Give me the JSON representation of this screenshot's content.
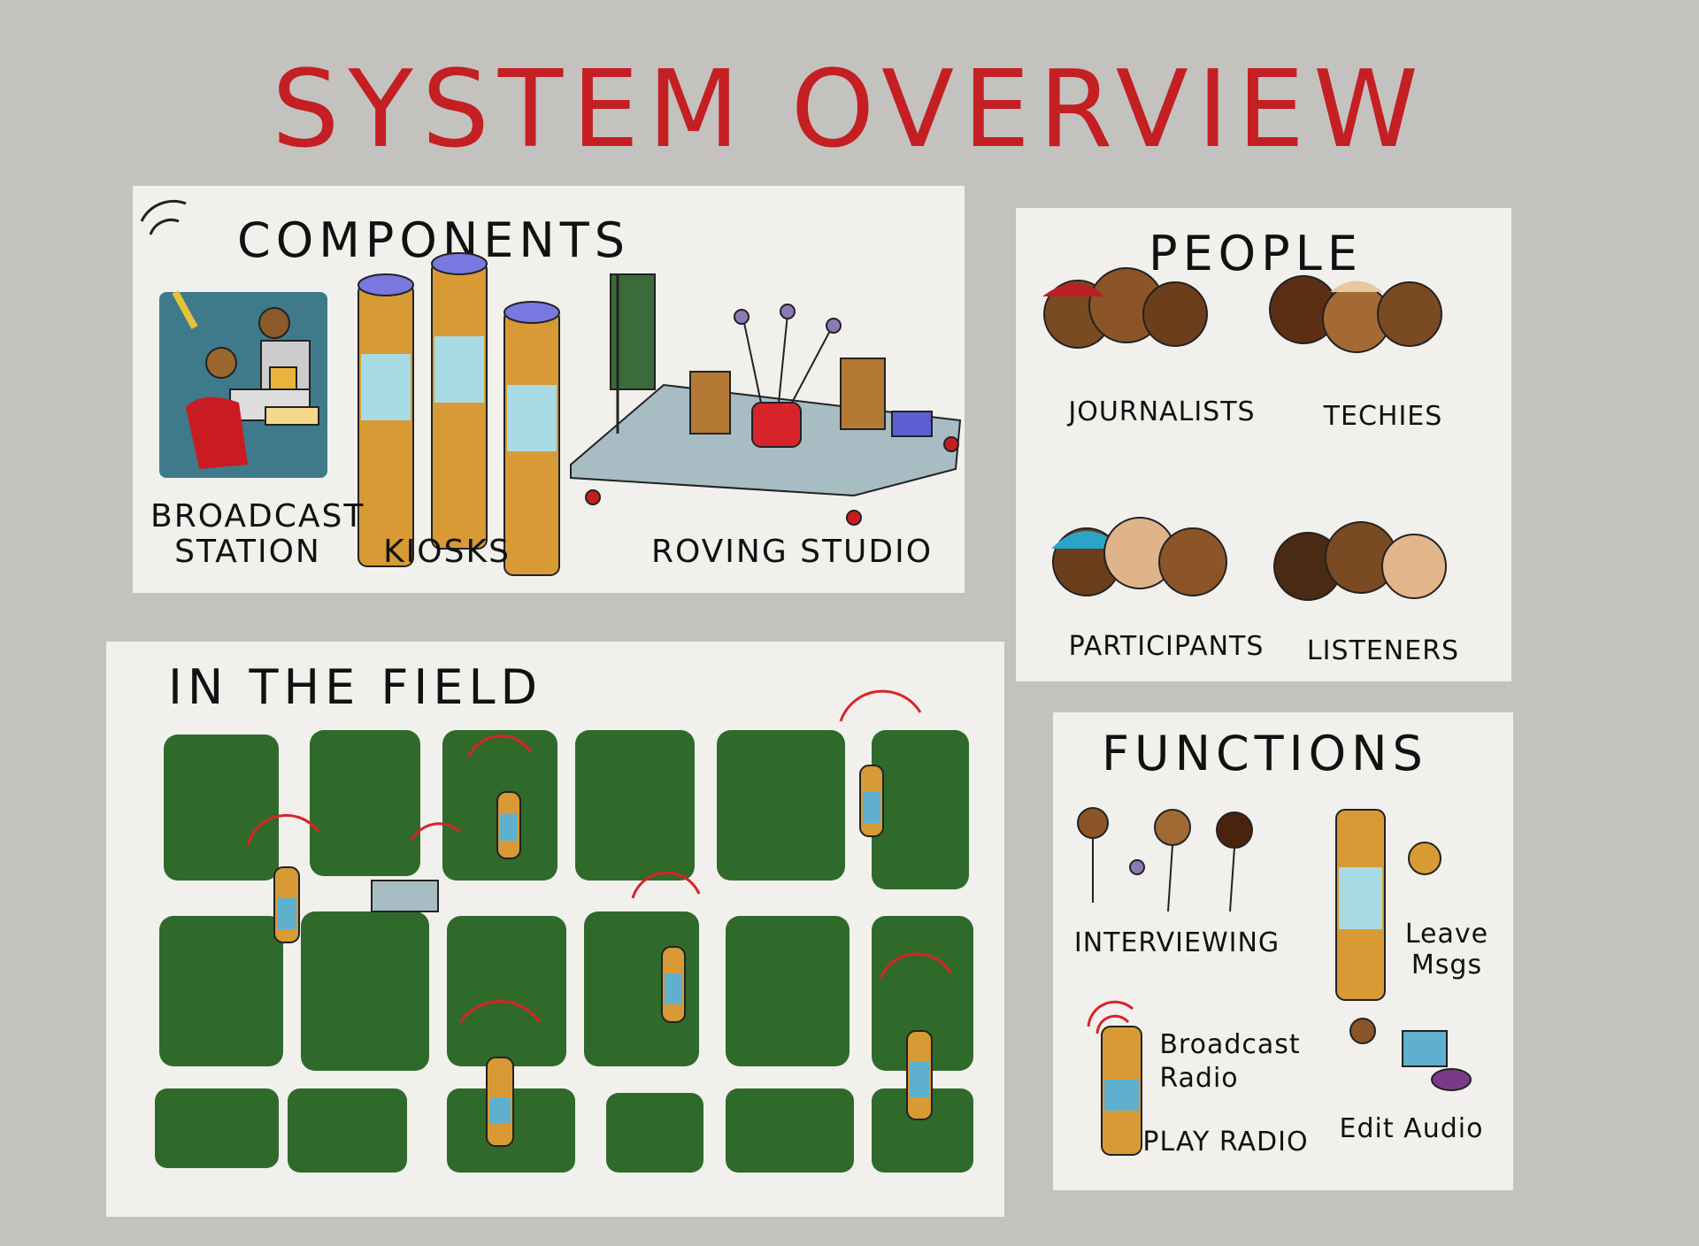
{
  "title": "SYSTEM OVERVIEW",
  "colors": {
    "background": "#c3c2bf",
    "panel": "#f1f0ec",
    "title_red": "#c41f23",
    "field_green": "#2f6a2b",
    "kiosk_orange": "#d89a34",
    "kiosk_blue": "#a9dbe5",
    "signal_red": "#d8232a"
  },
  "components": {
    "heading": "COMPONENTS",
    "items": [
      {
        "label_line1": "BROADCAST",
        "label_line2": "STATION",
        "icon": "broadcast-station-icon"
      },
      {
        "label": "KIOSKS",
        "icon": "kiosk-icon"
      },
      {
        "label": "ROVING STUDIO",
        "icon": "roving-studio-icon"
      }
    ]
  },
  "people": {
    "heading": "PEOPLE",
    "groups": [
      {
        "label": "JOURNALISTS",
        "icon": "faces-group-icon"
      },
      {
        "label": "TECHIES",
        "icon": "faces-group-icon"
      },
      {
        "label": "PARTICIPANTS",
        "icon": "faces-group-icon"
      },
      {
        "label": "LISTENERS",
        "icon": "faces-group-icon"
      }
    ]
  },
  "field": {
    "heading": "IN THE FIELD",
    "icon": "field-map-icon"
  },
  "functions": {
    "heading": "FUNCTIONS",
    "items": [
      {
        "label": "INTERVIEWING",
        "icon": "interview-icon"
      },
      {
        "label_line1": "Leave",
        "label_line2": "Msgs",
        "icon": "leave-message-icon"
      },
      {
        "label_line1": "Broadcast",
        "label_line2": "Radio",
        "icon": "broadcast-radio-icon"
      },
      {
        "label": "PLAY RADIO",
        "icon": "play-radio-icon"
      },
      {
        "label": "Edit Audio",
        "icon": "edit-audio-icon"
      }
    ]
  }
}
